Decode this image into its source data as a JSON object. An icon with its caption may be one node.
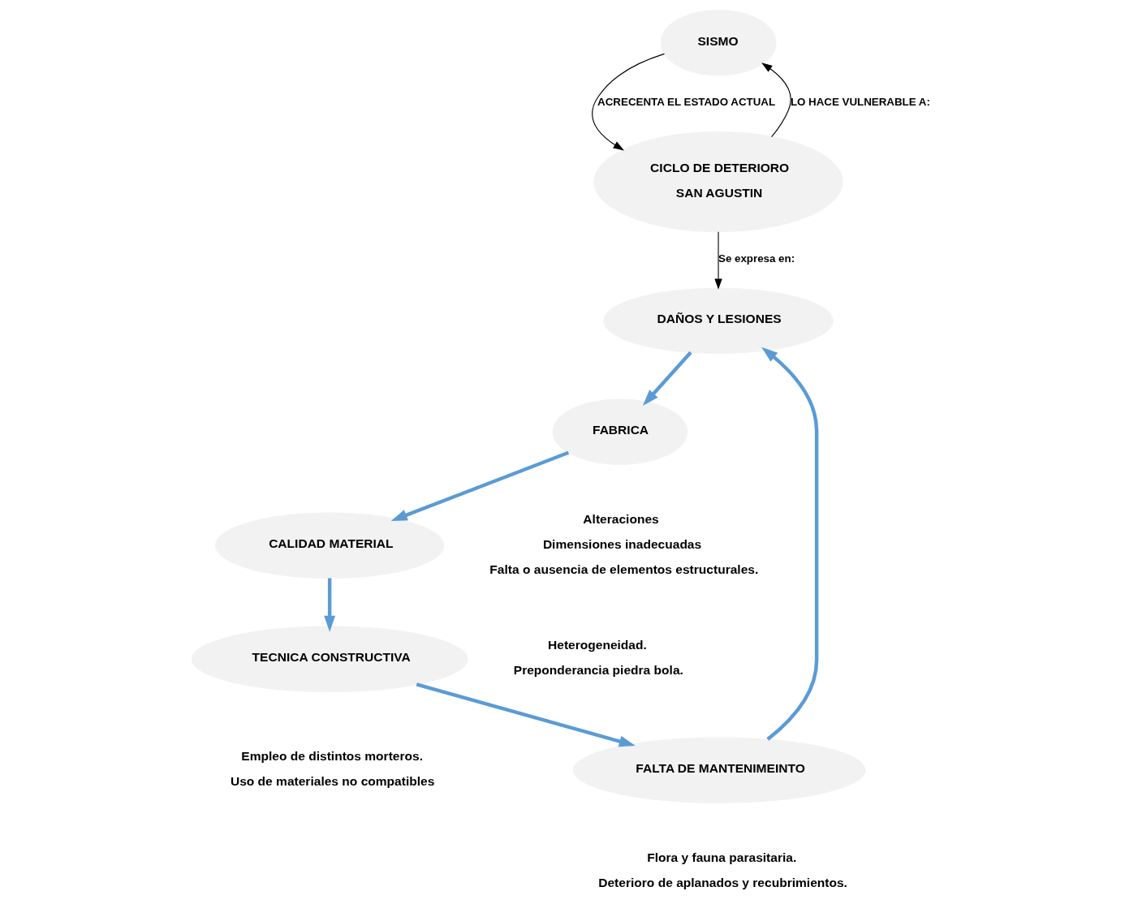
{
  "diagram": {
    "nodes": [
      {
        "text": [
          "SISMO"
        ]
      },
      {
        "text": [
          "DAÑOS Y LESIONES"
        ]
      },
      {
        "text": [
          "FABRICA"
        ],
        "beside": [
          "Alteraciones",
          "Dimensiones inadecuadas",
          "Falta o ausencia de elementos estructurales."
        ]
      },
      {
        "text": [
          "CICLO DE DETERIORO",
          "SAN AGUSTIN"
        ]
      },
      {
        "text": [
          "FALTA DE MANTENIMEINTO"
        ],
        "beside": [
          "Flora y fauna parasitaria.",
          "Deterioro de aplanados y recubrimientos."
        ]
      },
      {
        "text": [
          "CALIDAD MATERIAL"
        ],
        "beside": [
          "Heterogeneidad.",
          "Preponderancia piedra bola."
        ]
      },
      {
        "text": [
          "TECNICA CONSTRUCTIVA"
        ],
        "beside": [
          "Empleo de distintos morteros.",
          "Uso de materiales no compatibles"
        ]
      }
    ],
    "edges": [
      {
        "from": 3,
        "to": 1,
        "arrow": "to",
        "label": "Se expresa en:",
        "color": "#000000"
      },
      {
        "from": 3,
        "to": 0,
        "arrow": "to",
        "label": "LO HACE VULNERABLE A:",
        "color": "#000000"
      },
      {
        "from": 0,
        "to": 3,
        "arrow": "to",
        "label": "ACRECENTA EL ESTADO ACTUAL",
        "color": "#000000"
      },
      {
        "from": 1,
        "to": 2,
        "arrow": "to"
      },
      {
        "from": 2,
        "to": 5,
        "arrow": "to"
      },
      {
        "from": 5,
        "to": 6,
        "arrow": "to"
      },
      {
        "from": 6,
        "to": 4,
        "arrow": "to"
      },
      {
        "from": 4,
        "to": 1,
        "arrow": "to"
      }
    ]
  }
}
